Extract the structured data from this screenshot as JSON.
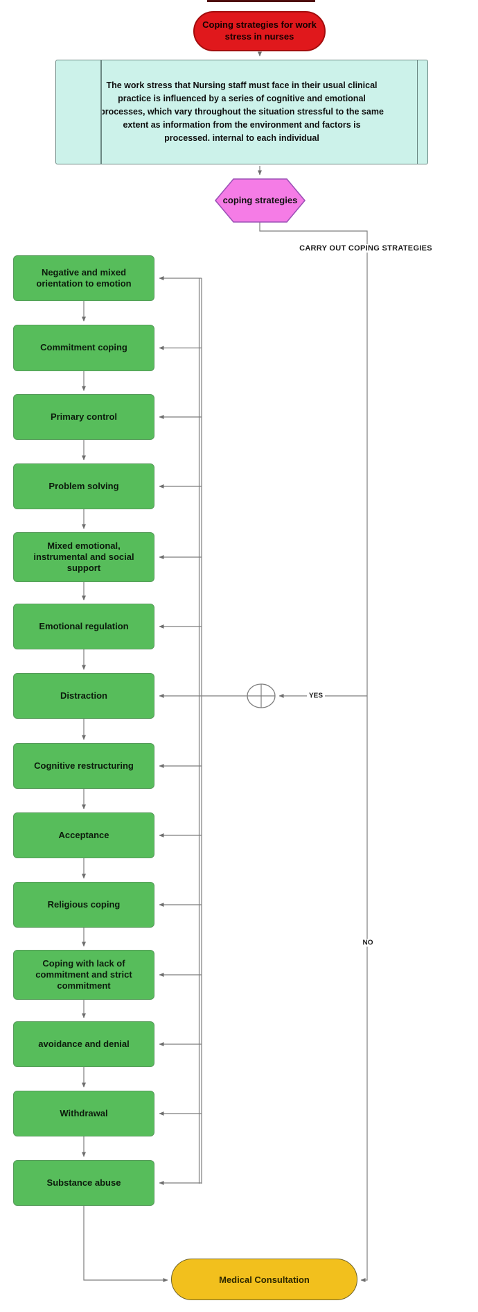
{
  "title": {
    "text": "Coping strategies for work stress in nurses"
  },
  "description": {
    "text": "The work stress that Nursing staff must face in their usual clinical practice is influenced by a series of cognitive and emotional processes, which vary throughout the situation stressful to the same extent as information from the environment and factors is processed. internal to each individual"
  },
  "hexagon": {
    "text": "coping strategies"
  },
  "labels": {
    "carry_out": "CARRY OUT COPING STRATEGIES",
    "yes": "YES",
    "no": "NO"
  },
  "strategies": [
    "Negative and mixed orientation to emotion",
    "Commitment coping",
    "Primary control",
    "Problem solving",
    "Mixed emotional, instrumental and social support",
    "Emotional regulation",
    "Distraction",
    "Cognitive restructuring",
    "Acceptance",
    "Religious coping",
    "Coping with lack of commitment and strict commitment",
    "avoidance and denial",
    "Withdrawal",
    "Substance abuse"
  ],
  "end": {
    "text": "Medical Consultation"
  },
  "colors": {
    "red": "#e0181c",
    "cyan": "#ccf2ea",
    "pink": "#f57ce6",
    "green": "#57bd5b",
    "yellow": "#f2c01d",
    "line": "#7d7d7d"
  }
}
